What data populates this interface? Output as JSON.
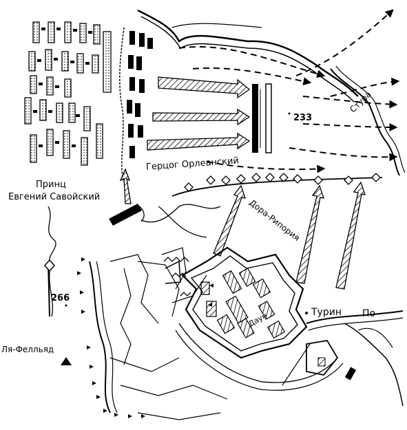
{
  "map": {
    "labels": {
      "duke": "Герцог Орлеанский",
      "prince_line1": "Принц",
      "prince_line2": "Евгений Савойский",
      "dora_riparia": "Дора-Рипория",
      "stura": "Стура",
      "turin": "Турин",
      "po": "По",
      "daun": "Даун",
      "hill_233": "233",
      "hill_266": "266",
      "la_fellyad": "Ля-Фелльяд"
    },
    "colors": {
      "ink": "#000000",
      "paper": "#ffffff"
    },
    "icons": {
      "attack_arrow": "hatched-arrow",
      "movement_arrow": "dashed-arrow",
      "hill": "triangle-peak",
      "fortress": "star-fort"
    }
  }
}
